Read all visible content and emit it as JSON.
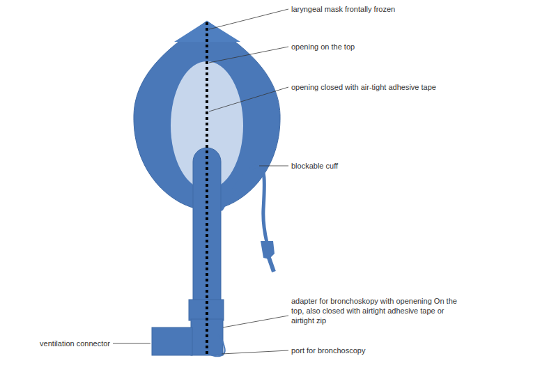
{
  "diagram": {
    "labels": [
      "laryngeal mask frontally frozen",
      "opening on the top",
      "opening closed with air-tight adhesive tape",
      "blockable cuff",
      "adapter for bronchoskopy with openening On the top, also closed with airtight adhesive tape or airtight zip",
      "port for bronchoscopy",
      "ventilation connector"
    ]
  }
}
